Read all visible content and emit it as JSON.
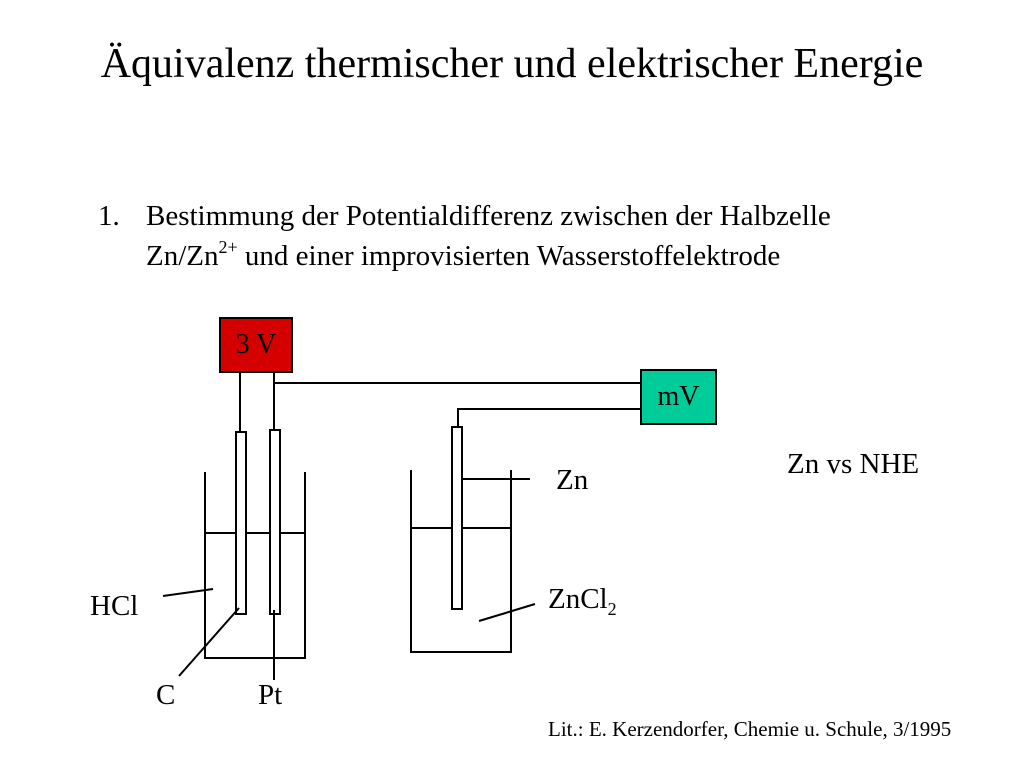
{
  "title": "Äquivalenz thermischer und elektrischer Energie",
  "point": {
    "number": "1.",
    "line1": "Bestimmung der Potentialdifferenz zwischen der Halbzelle",
    "line2_prefix": "Zn/Zn",
    "line2_sup": "2+",
    "line2_rest": " und einer improvisierten Wasserstoffelektrode"
  },
  "diagram": {
    "source_label": "3 V",
    "meter_label": "mV",
    "source_color": "#d40000",
    "meter_color": "#00cc99",
    "label_zn": "Zn",
    "label_zncl2_base": "ZnCl",
    "label_zncl2_sub": "2",
    "label_hcl": "HCl",
    "label_c": "C",
    "label_pt": "Pt",
    "label_zn_vs_nhe": "Zn vs NHE"
  },
  "reference": "Lit.: E. Kerzendorfer, Chemie u. Schule, 3/1995"
}
